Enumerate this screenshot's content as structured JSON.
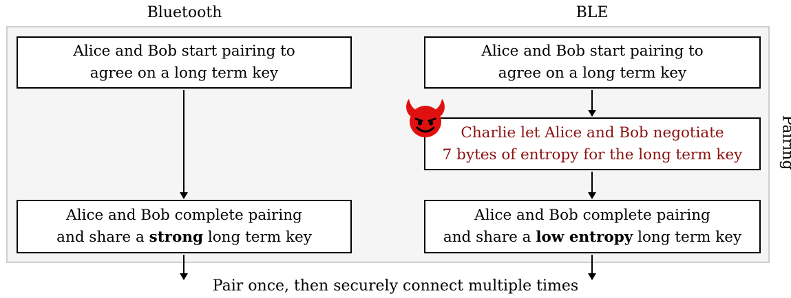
{
  "columns": {
    "left_title": "Bluetooth",
    "right_title": "BLE"
  },
  "panel": {
    "side_label": "Pairing"
  },
  "left_flow": {
    "start": {
      "line1": "Alice and Bob start pairing to",
      "line2": "agree on a long term key"
    },
    "complete": {
      "line1": "Alice and Bob complete pairing",
      "line2_before": "and share a ",
      "line2_bold": "strong",
      "line2_after": " long term key"
    }
  },
  "right_flow": {
    "start": {
      "line1": "Alice and Bob start pairing to",
      "line2": "agree on a long term key"
    },
    "attack": {
      "line1": "Charlie let Alice and Bob negotiate",
      "line2": "7 bytes of entropy for the long term key"
    },
    "complete": {
      "line1": "Alice and Bob complete pairing",
      "line2_before": "and share a ",
      "line2_bold": "low entropy",
      "line2_after": " long term key"
    }
  },
  "footer": "Pair once, then securely connect multiple times",
  "icons": {
    "attacker": "smiling-devil-icon"
  },
  "colors": {
    "attack_text": "#8b1010",
    "devil": "#e01010",
    "panel_bg": "#f5f5f5"
  }
}
